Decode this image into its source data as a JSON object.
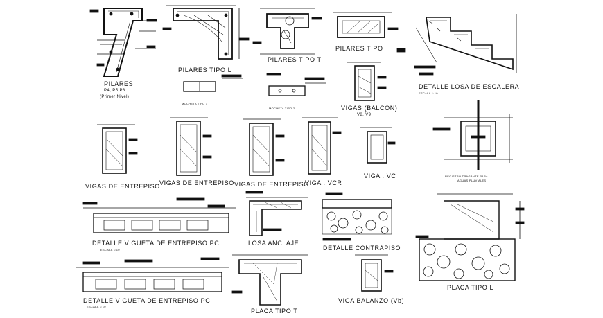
{
  "labels": {
    "pilares_title": "PILARES",
    "pilares_list": "P4, P5,P8",
    "pilares_level": "(Primer Nivel)",
    "pilares_tipo_l": "PILARES TIPO L",
    "pilares_tipo_t": "PILARES TIPO T",
    "pilares_tipo": "PILARES TIPO",
    "detalle_losa": "DETALLE LOSA DE ESCALERA",
    "escala_losa": "ESCALA 1:10",
    "mocheta_1": "MOCHETA TIPO 1",
    "mocheta_2": "MOCHETA TIPO 2",
    "vigas_balcon": "VIGAS (BALCON)",
    "vigas_balcon_ids": "V8, V9",
    "vigas_entrepiso_1": "VIGAS DE ENTREPISO",
    "vigas_entrepiso_2": "VIGAS DE ENTREPISO",
    "vigas_entrepiso_3": "VIGAS DE ENTREPISO",
    "viga_vcr": "VIGA : VCR",
    "viga_vc": "VIGA : VC",
    "registro": "REGISTRO TRAGANTE PARA",
    "registro_2": "AGUAS PLUVIALES",
    "vigueta_1": "DETALLE VIGUETA DE ENTREPISO PC",
    "escala_v1": "ESCALA 1:10",
    "losa_anclaje": "LOSA ANCLAJE",
    "detalle_contrapiso": "DETALLE CONTRAPISO",
    "placa_tipo_l": "PLACA TIPO L",
    "vigueta_2": "DETALLE VIGUETA DE ENTREPISO PC",
    "escala_v2": "ESCALA 1:10",
    "placa_tipo_t": "PLACA TIPO T",
    "viga_balanzo": "VIGA BALANZO (Vb)"
  }
}
